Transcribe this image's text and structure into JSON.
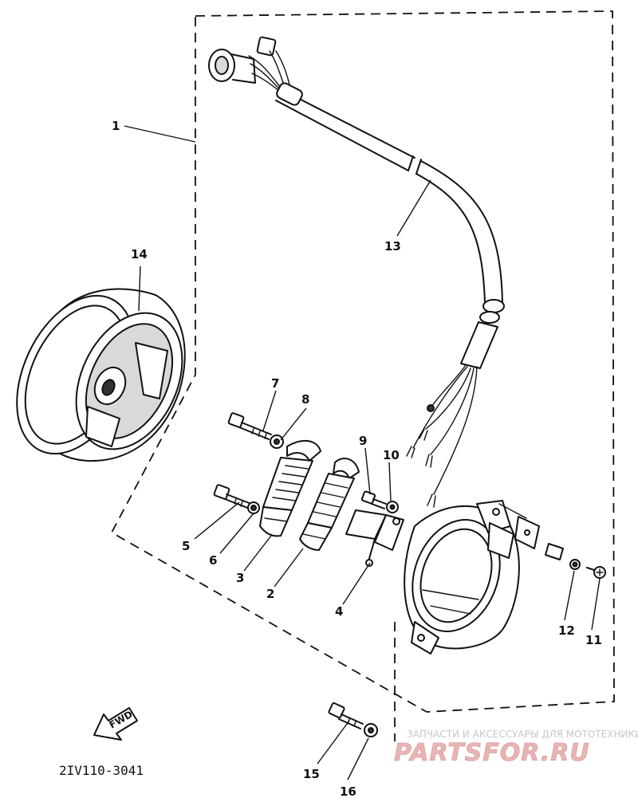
{
  "callouts": {
    "c1": "1",
    "c2": "2",
    "c3": "3",
    "c4": "4",
    "c5": "5",
    "c6": "6",
    "c7": "7",
    "c8": "8",
    "c9": "9",
    "c10": "10",
    "c11": "11",
    "c12": "12",
    "c13": "13",
    "c14": "14",
    "c15": "15",
    "c16": "16"
  },
  "diagram_code": "2IV110-3041",
  "fwd_label": "FWD",
  "watermark": {
    "tagline": "ЗАПЧАСТИ И АКСЕССУАРЫ ДЛЯ МОТОТЕХНИКИ",
    "brand": "PARTSFOR.RU"
  }
}
